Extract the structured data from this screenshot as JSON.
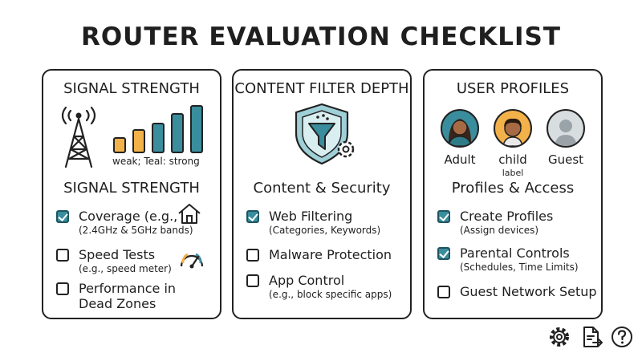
{
  "title": "ROUTER EVALUATION CHECKLIST",
  "colors": {
    "accent": "#3a8d9c",
    "bar_weak": "#f3b14a",
    "bar_strong": "#3a8d9c",
    "outline": "#222222"
  },
  "cards": [
    {
      "title": "SIGNAL STRENGTH",
      "legend": "weak; Teal: strong",
      "section_title": "SIGNAL STRENGTH",
      "items": [
        {
          "label": "Coverage (e.g.,",
          "sub": "(2.4GHz & 5GHz bands)",
          "checked": true,
          "icon": "house-icon"
        },
        {
          "label": "Speed Tests",
          "sub": "(e.g., speed meter)",
          "checked": false,
          "icon": "speedometer-icon"
        },
        {
          "label": "Performance in",
          "label2": "Dead Zones",
          "checked": false
        }
      ]
    },
    {
      "title": "CONTENT FILTER DEPTH",
      "section_title": "Content & Security",
      "items": [
        {
          "label": "Web Filtering",
          "sub": "(Categories, Keywords)",
          "checked": true
        },
        {
          "label": "Malware Protection",
          "checked": false
        },
        {
          "label": "App Control",
          "sub": "(e.g., block specific apps)",
          "checked": false
        }
      ]
    },
    {
      "title": "USER PROFILES",
      "profiles": [
        {
          "label": "Adult"
        },
        {
          "label": "child",
          "sublabel": "label"
        },
        {
          "label": "Guest"
        }
      ],
      "section_title": "Profiles & Access",
      "items": [
        {
          "label": "Create Profiles",
          "sub": "(Assign devices)",
          "checked": true
        },
        {
          "label": "Parental Controls",
          "sub": "(Schedules, Time Limits)",
          "checked": true
        },
        {
          "label": "Guest Network Setup",
          "checked": false
        }
      ]
    }
  ],
  "footer_icons": [
    "gear-icon",
    "export-document-icon",
    "help-icon"
  ]
}
